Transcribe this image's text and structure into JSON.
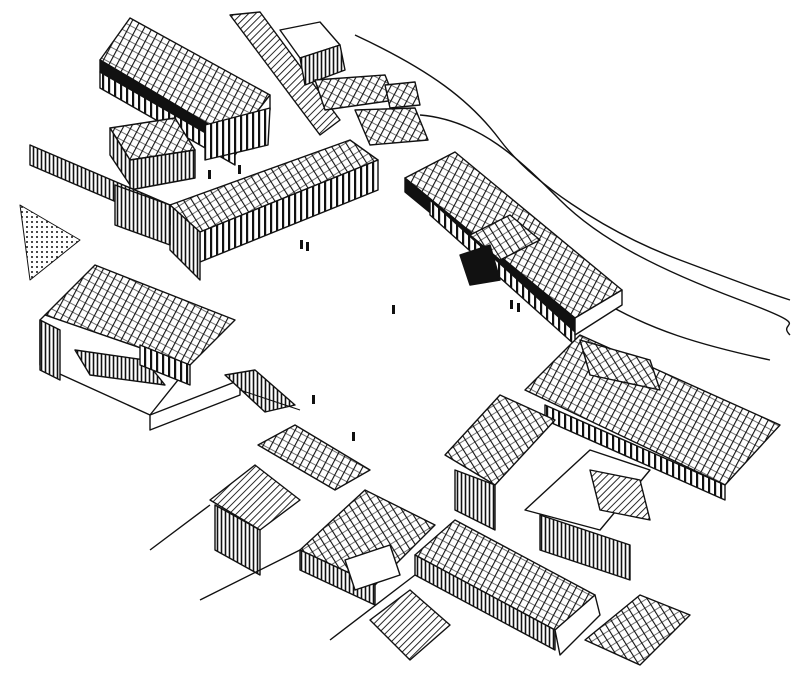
{
  "illustration": {
    "style": "black ink line drawing",
    "colors": {
      "ink": "#111111",
      "paper": "#ffffff"
    },
    "elements": [
      "temple-northwest",
      "stoa-north",
      "rooms-north",
      "stoa-east",
      "building-west-courtyard",
      "complex-southeast",
      "stoa-south",
      "houses-south",
      "open-square",
      "road-northeast",
      "figures"
    ]
  }
}
